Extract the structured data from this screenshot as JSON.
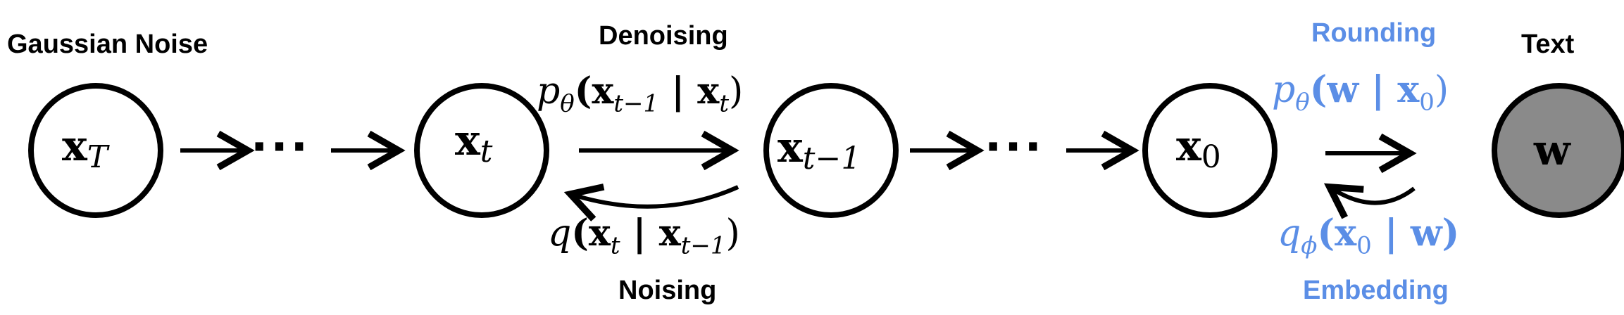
{
  "labels": {
    "gaussian_noise": "Gaussian Noise",
    "denoising": "Denoising",
    "noising": "Noising",
    "rounding": "Rounding",
    "embedding": "Embedding",
    "text": "Text"
  },
  "nodes": {
    "xT": {
      "main": "x",
      "sub": "T"
    },
    "xt": {
      "main": "x",
      "sub": "t"
    },
    "xt1": {
      "main": "x",
      "sub": "t−1"
    },
    "x0": {
      "main": "x",
      "sub": "0"
    },
    "w": {
      "main": "w"
    }
  },
  "formulas": {
    "p_theta_fn": "p",
    "p_theta_sub": "θ",
    "p_theta_args": "(x",
    "p_theta_args_sub": "t−1",
    "p_theta_bar": " | x",
    "p_theta_bar_sub": "t",
    "p_theta_close": ")",
    "q_fn": "q",
    "q_args": "(x",
    "q_args_sub": "t",
    "q_bar": " | x",
    "q_bar_sub": "t−1",
    "q_close": ")",
    "round_fn": "p",
    "round_sub": "θ",
    "round_args": "(w | x",
    "round_args_sub": "0",
    "round_close": ")",
    "embed_fn": "q",
    "embed_sub": "ϕ",
    "embed_args": "(x",
    "embed_args_sub": "0",
    "embed_bar": " | w)"
  },
  "ellipsis": "···",
  "colors": {
    "accent_blue": "#5b8ee6",
    "text_node_fill": "#8a8a8a",
    "stroke": "#000000"
  }
}
